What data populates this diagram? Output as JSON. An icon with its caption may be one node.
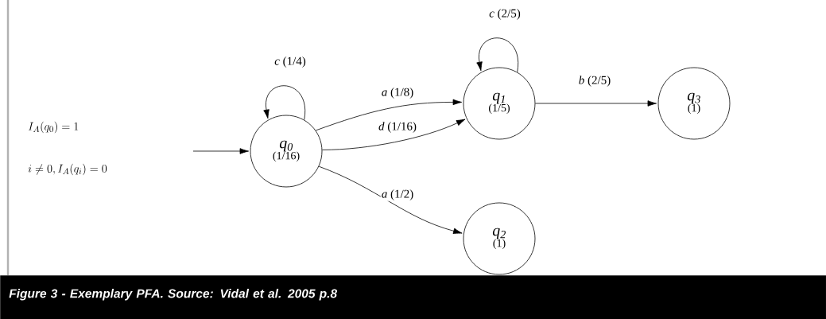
{
  "diagram": {
    "caption": "Figure 3 - Exemplary PFA. Source: Vidal et al. 2005 p.8",
    "nodes": [
      {
        "text": [
          "q$_{0}$",
          "(1/16)"
        ]
      },
      {
        "text": [
          "q$_{1}$",
          "(1/5)"
        ]
      },
      {
        "text": [
          "q$_{2}$",
          "(1)"
        ]
      },
      {
        "text": [
          "q$_{3}$",
          "(1)"
        ]
      }
    ],
    "edges": [
      {
        "from": null,
        "to": 0,
        "arrow": "to"
      },
      {
        "from": 0,
        "to": 0,
        "arrow": "to",
        "label": "*c* (1/4)"
      },
      {
        "from": 0,
        "to": 1,
        "arrow": "to",
        "label": "*a* (1/8)"
      },
      {
        "from": 0,
        "to": 1,
        "arrow": "to",
        "label": "*d* (1/16)"
      },
      {
        "from": 0,
        "to": 2,
        "arrow": "to",
        "label": "*a* (1/2)"
      },
      {
        "from": 1,
        "to": 1,
        "arrow": "to",
        "label": "*c* (2/5)"
      },
      {
        "from": 1,
        "to": 3,
        "arrow": "to",
        "label": "*b* (2/5)"
      }
    ],
    "labels": [
      "I_A(q_0) = 1",
      "i \\neq 0, I_A(q_i) = 0"
    ]
  }
}
